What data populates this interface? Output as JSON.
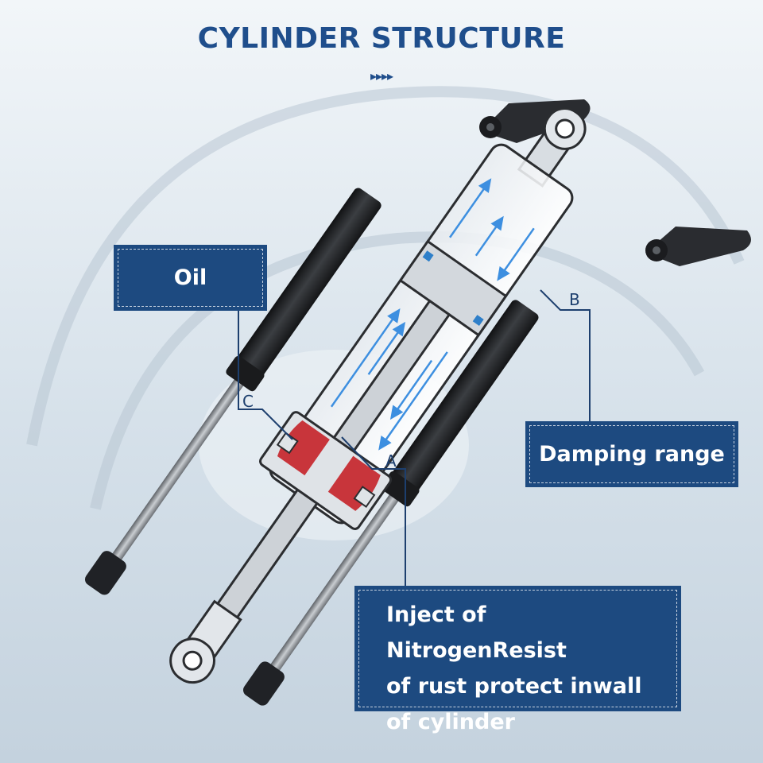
{
  "title": "CYLINDER STRUCTURE",
  "chevrons": "▸▸▸▸",
  "callouts": {
    "oil": "Oil",
    "damping": "Damping range",
    "inject": [
      "Inject of NitrogenResist",
      "of rust protect inwall",
      "of cylinder"
    ]
  },
  "markers": {
    "a": "A",
    "b": "B",
    "c": "C"
  },
  "colors": {
    "title": "#1f4e8c",
    "callout_bg": "#1d4a80",
    "leader_line": "#1d3f6e",
    "flow_arrow": "#3d8fe0",
    "seal": "#c8353b",
    "strut_body": "#26282b",
    "rod": "#8e9297"
  }
}
